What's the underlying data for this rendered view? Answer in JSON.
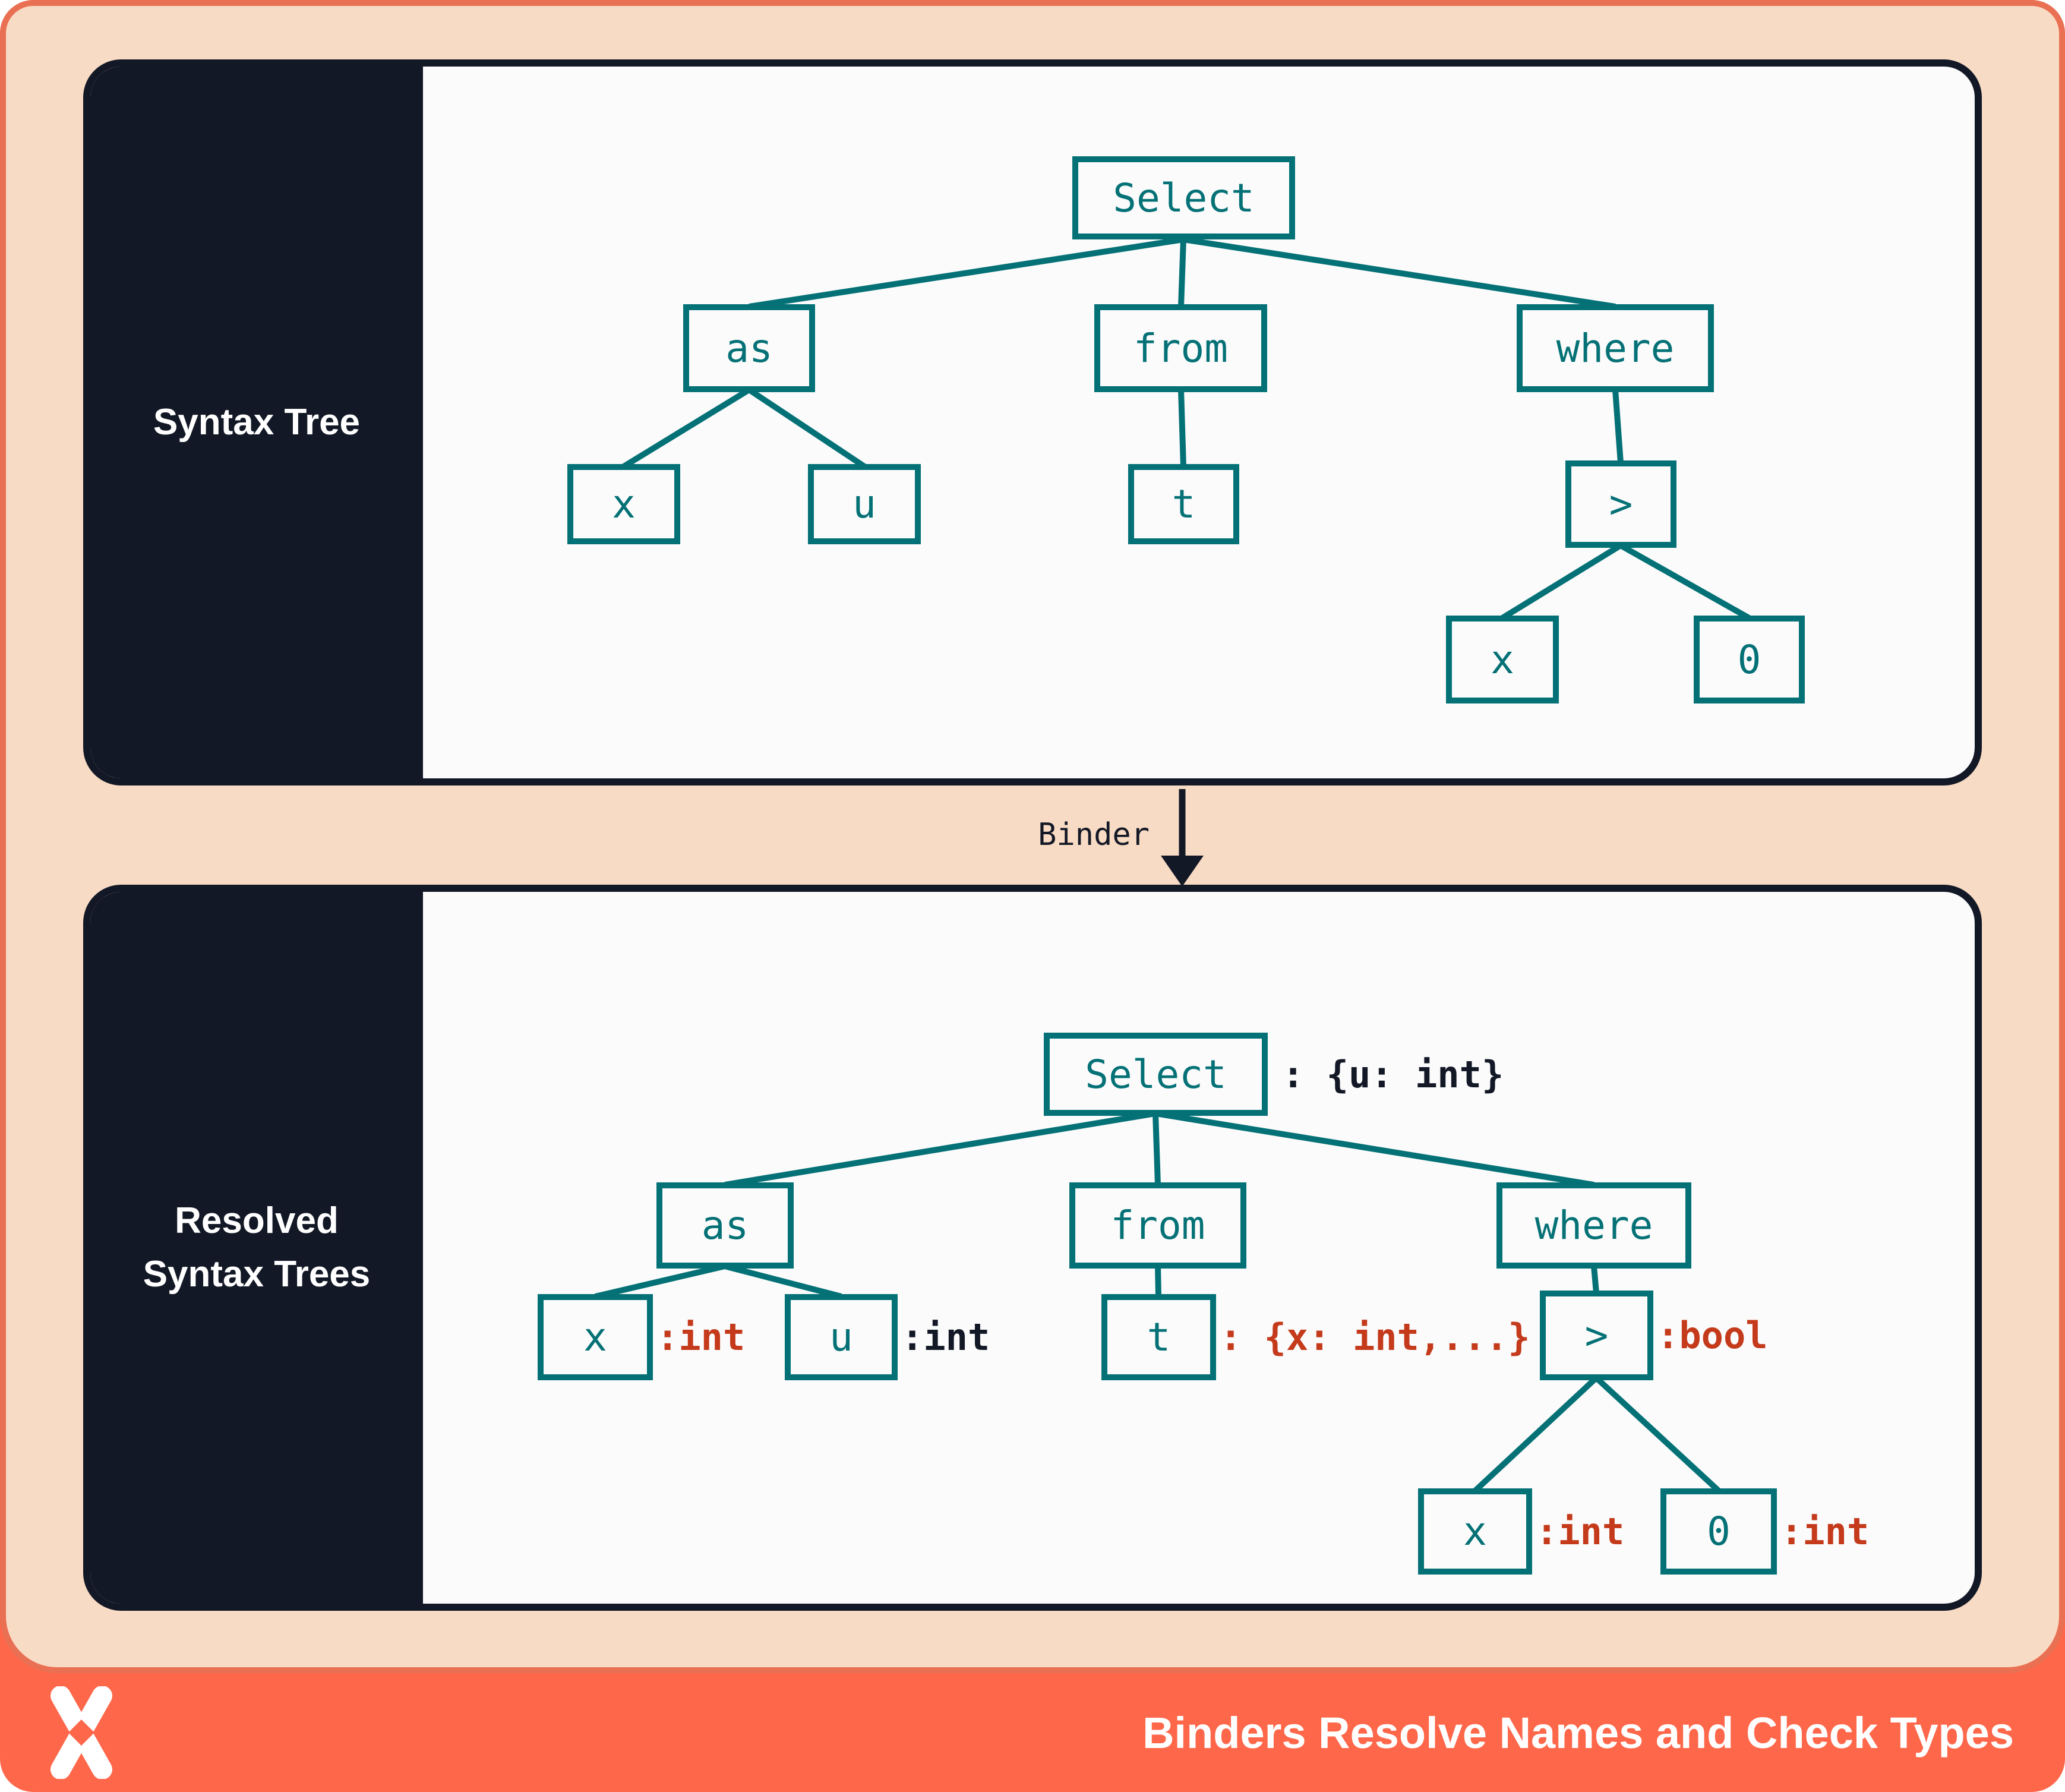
{
  "colors": {
    "frame_orange": "#fe674a",
    "frame_border_orange": "#ea7053",
    "peach_background": "#f8dbc4",
    "dark_navy": "#131826",
    "teal_node": "#047176",
    "red_annotation": "#c43a1b",
    "panel_background": "#fbfbfb"
  },
  "top_panel": {
    "label": "Syntax Tree",
    "nodes": {
      "select": "Select",
      "as": "as",
      "from": "from",
      "where": "where",
      "x": "x",
      "u": "u",
      "t": "t",
      "gt": ">",
      "x2": "x",
      "zero": "0"
    }
  },
  "binder": {
    "label": "Binder"
  },
  "bottom_panel": {
    "label_line1": "Resolved",
    "label_line2": "Syntax Trees",
    "nodes": {
      "select": "Select",
      "as": "as",
      "from": "from",
      "where": "where",
      "x": "x",
      "u": "u",
      "t": "t",
      "gt": ">",
      "x2": "x",
      "zero": "0"
    },
    "annotations": {
      "select": ": {u: int}",
      "x": ":int",
      "u": ":int",
      "t": ": {x: int,...}",
      "gt": ":bool",
      "x2": ":int",
      "zero": ":int"
    }
  },
  "footer": {
    "title": "Binders Resolve Names and Check Types",
    "logo": "x-logo"
  }
}
